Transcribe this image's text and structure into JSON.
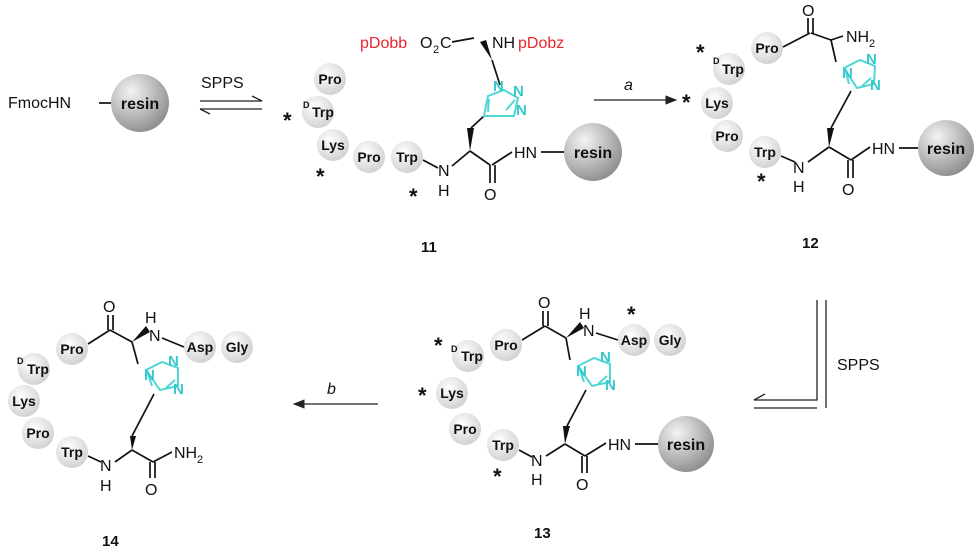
{
  "compounds": [
    {
      "id": "11"
    },
    {
      "id": "12"
    },
    {
      "id": "13"
    },
    {
      "id": "14"
    }
  ],
  "labels": {
    "fmochn": "FmocHN",
    "resin": "resin",
    "spps": "SPPS",
    "cond_a": "a",
    "cond_b": "b",
    "pdobb": "pDobb",
    "o2c": "O",
    "o2c_sub": "2",
    "o2c_c": "C",
    "nh": "NH",
    "pdobz": "pDobz",
    "nh2": "NH",
    "nh2_sub": "2",
    "hn": "HN",
    "n": "N",
    "h": "H",
    "o": "O",
    "star": "*"
  },
  "residues": {
    "pro": "Pro",
    "trp": "Trp",
    "dtrp_sup": "D",
    "lys": "Lys",
    "asp": "Asp",
    "gly": "Gly"
  },
  "colors": {
    "protecting_group": "#e8262b",
    "triazole": "#34c9cc",
    "bead_light": "#e6e6e6",
    "resin_bead": "#b9b9b9"
  }
}
